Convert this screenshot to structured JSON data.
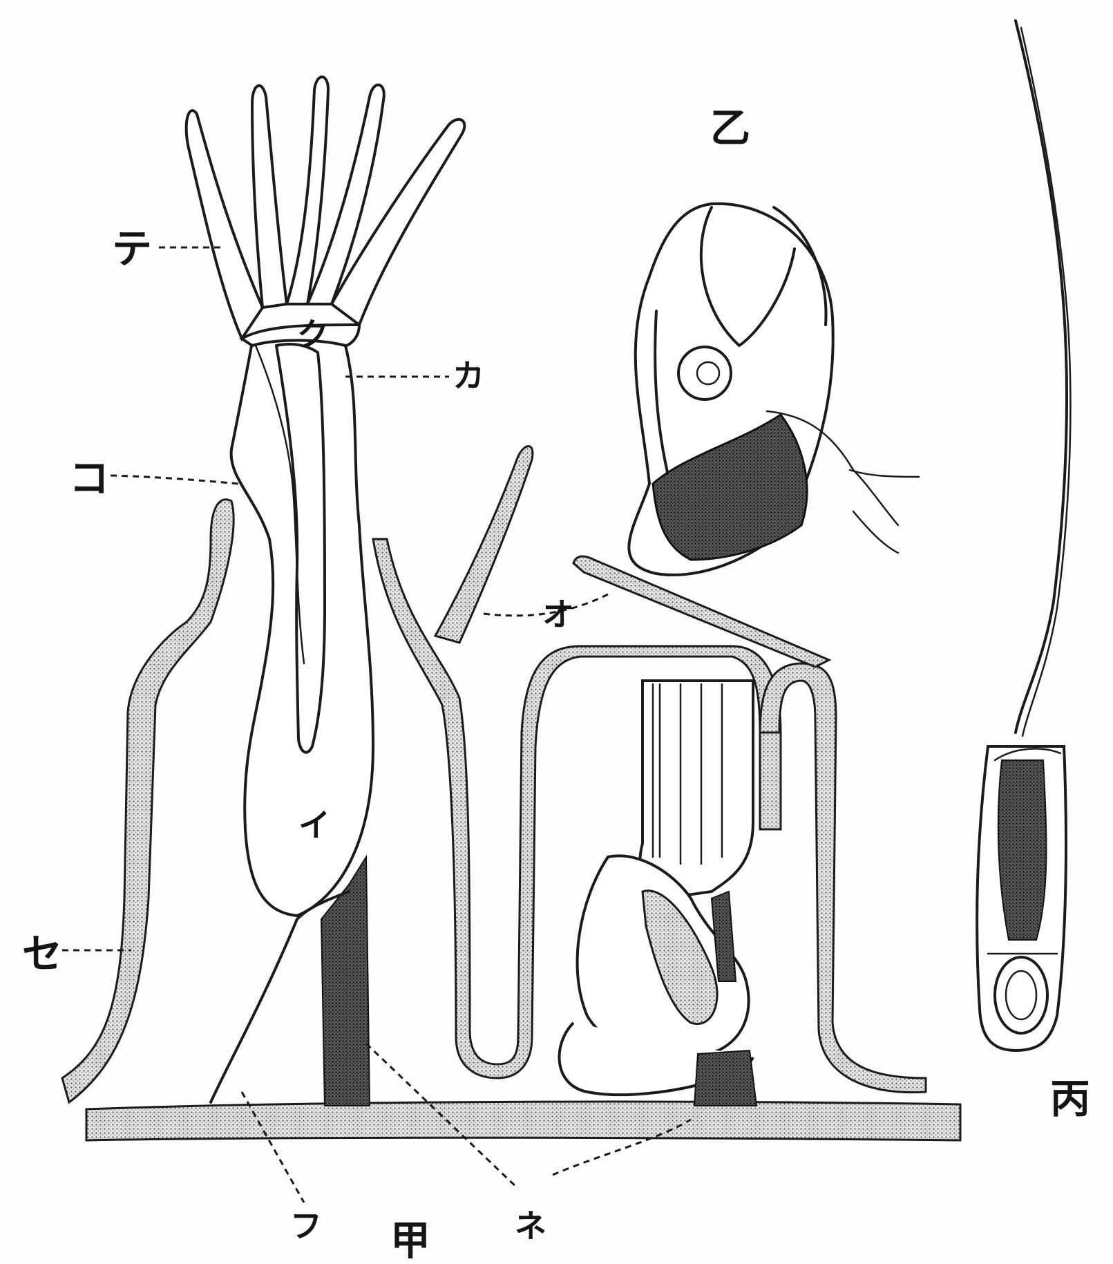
{
  "labels": {
    "te": "テ",
    "ku": "ク",
    "ka": "カ",
    "ko": "コ",
    "o": "オ",
    "i": "イ",
    "se": "セ",
    "fu": "フ",
    "ne": "ネ",
    "ko_panel": "乙",
    "hei_panel": "丙",
    "kou_panel": "甲"
  }
}
